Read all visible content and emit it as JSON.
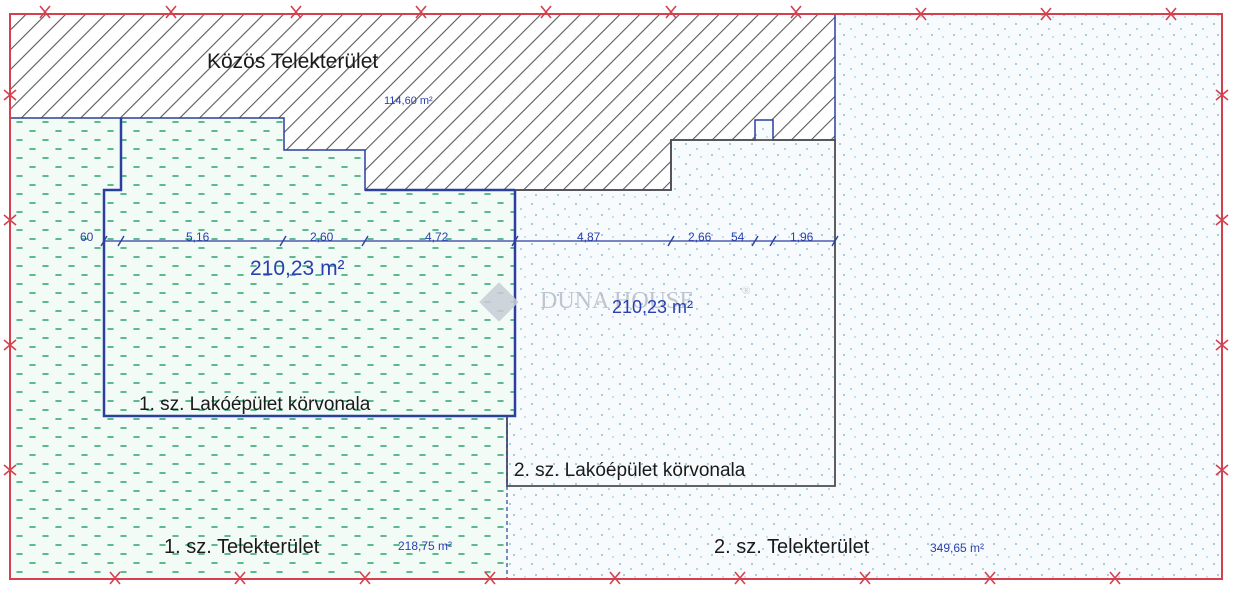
{
  "plan": {
    "common_plot": {
      "label": "Közös Telekterület",
      "area": "114,60 m²"
    },
    "building_1": {
      "label": "1. sz. Lakóépület körvonala",
      "area": "210,23 m²"
    },
    "building_2": {
      "label": "2. sz. Lakóépület körvonala",
      "area": "210,23 m²"
    },
    "plot_1": {
      "label": "1. sz. Telekterület",
      "area": "218,75 m²"
    },
    "plot_2": {
      "label": "2. sz. Telekterület",
      "area": "349,65 m²"
    },
    "dimensions": [
      "60",
      "5,16",
      "2,60",
      "4,72",
      "4,87",
      "2,66",
      "54",
      "1,96"
    ]
  },
  "watermark": {
    "text": "DUNA HOUSE",
    "registered": "®"
  },
  "colors": {
    "boundary": "#d5404f",
    "outline": "#2b3f9e",
    "building_2_outline": "#4d4d4d",
    "hatch": "#555555",
    "dot_green": "#2ea36b",
    "dot_blue": "#8fbfd6"
  }
}
